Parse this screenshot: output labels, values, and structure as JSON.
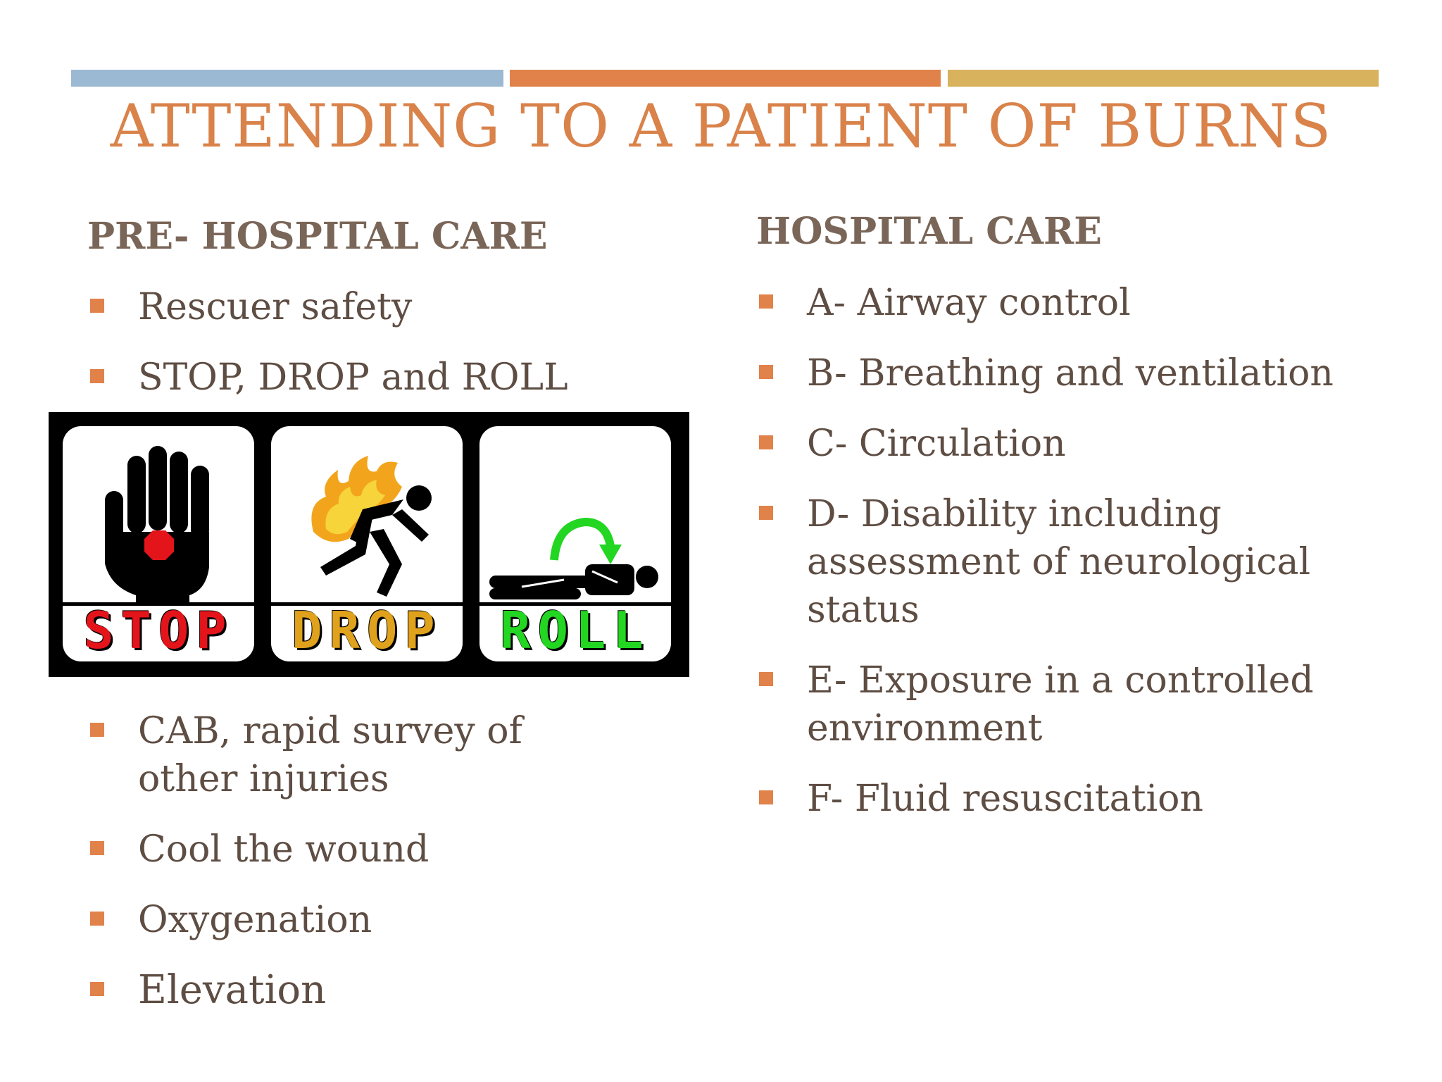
{
  "colors": {
    "bar1": "#9bb9d2",
    "bar2": "#e0824a",
    "bar3": "#d8b25c",
    "title": "#d9824a",
    "heading": "#7a6658",
    "text": "#5e4d43",
    "bullet": "#e0824a",
    "stop": "#e4141b",
    "drop": "#e0a21c",
    "roll": "#22d622"
  },
  "title": "ATTENDING TO A PATIENT OF BURNS",
  "pre_hospital": {
    "heading": "PRE- HOSPITAL CARE",
    "items_top": [
      "Rescuer safety",
      "STOP, DROP and ROLL"
    ],
    "items_bottom": [
      "CAB, rapid survey of other injuries",
      "Cool the wound",
      "Oxygenation",
      "Elevation"
    ]
  },
  "graphic": {
    "labels": [
      "STOP",
      "DROP",
      "ROLL"
    ],
    "icons": [
      "hand-stop-icon",
      "burning-person-icon",
      "rolling-person-icon"
    ]
  },
  "hospital": {
    "heading": "HOSPITAL CARE",
    "items": [
      "A- Airway control",
      "B- Breathing and ventilation",
      "C- Circulation",
      "D- Disability including assessment of neurological status",
      "E- Exposure in a controlled environment",
      "F- Fluid resuscitation"
    ]
  }
}
